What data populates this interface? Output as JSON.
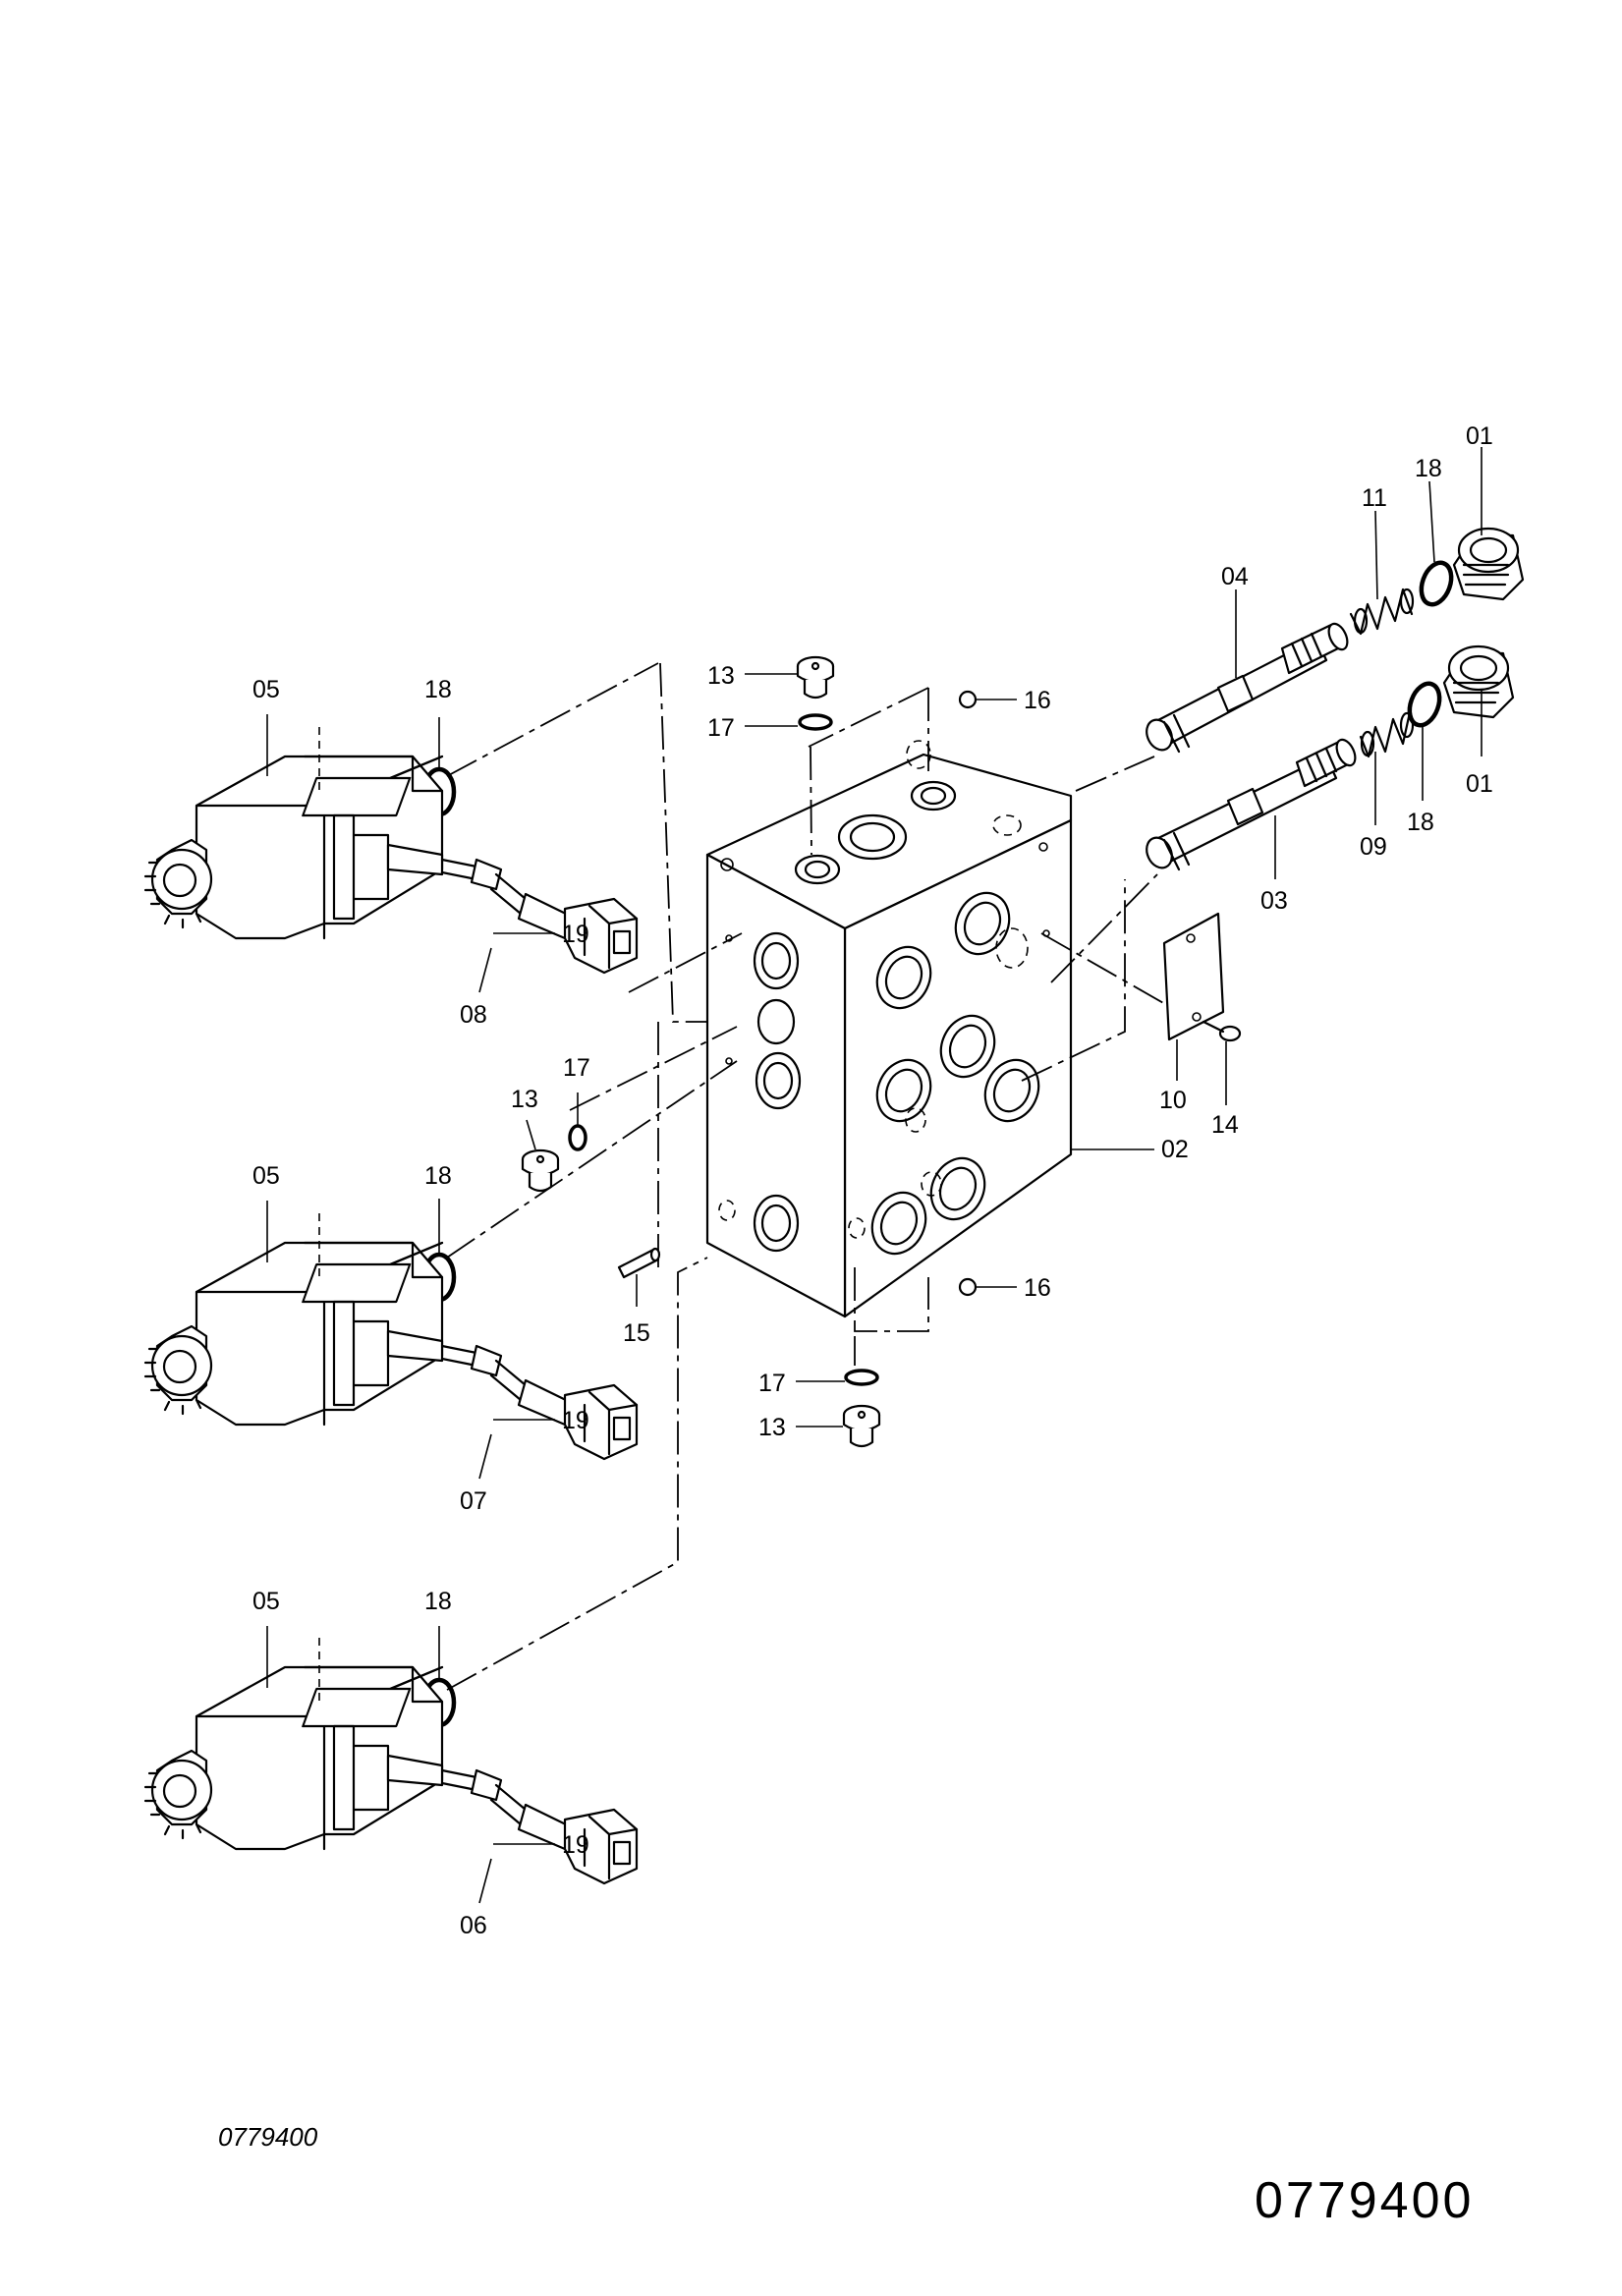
{
  "drawing_number_small": "0779400",
  "drawing_number_large": "0779400",
  "callouts": {
    "p01": "01",
    "p02": "02",
    "p03": "03",
    "p04": "04",
    "p05": "05",
    "p06": "06",
    "p07": "07",
    "p08": "08",
    "p09": "09",
    "p10": "10",
    "p11": "11",
    "p13": "13",
    "p14": "14",
    "p15": "15",
    "p16": "16",
    "p17": "17",
    "p18": "18",
    "p19": "19"
  }
}
